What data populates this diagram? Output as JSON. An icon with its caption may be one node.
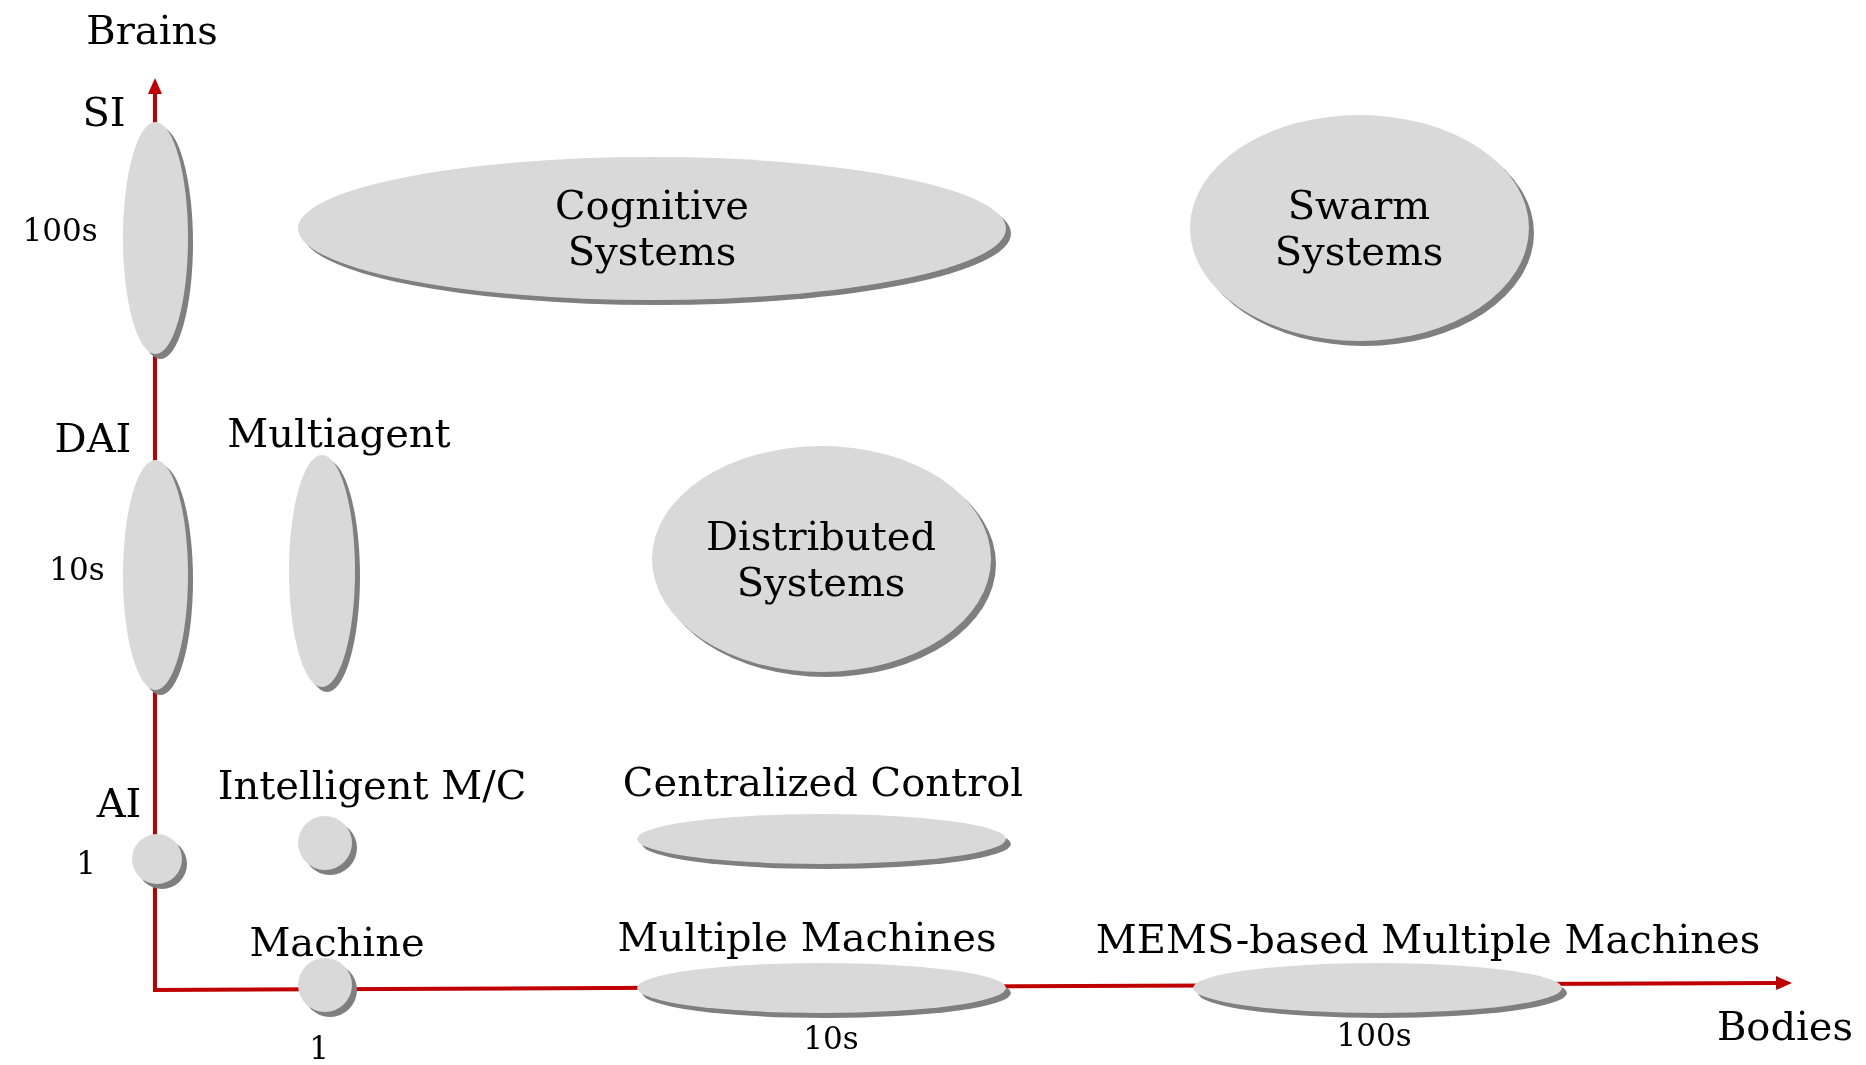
{
  "diagram": {
    "nodes": [
      {
        "text": [
          "SI"
        ],
        "beside": [
          "100s"
        ]
      },
      {
        "text": [
          "Cognitive Systems"
        ]
      },
      {
        "text": [
          "Swarm Systems"
        ]
      },
      {
        "text": [
          "DAI"
        ],
        "beside": [
          "10s"
        ]
      },
      {
        "text": [
          "Multiagent"
        ]
      },
      {
        "text": [
          "Distributed Systems"
        ]
      },
      {
        "text": [
          "AI"
        ],
        "beside": [
          "1"
        ]
      },
      {
        "text": [
          "Intelligent M/C"
        ]
      },
      {
        "text": [
          "Centralized Control"
        ]
      },
      {
        "text": [
          "Machine"
        ],
        "beside": [
          "1"
        ]
      },
      {
        "text": [
          "Multiple Machines"
        ],
        "beside": [
          "10s"
        ]
      },
      {
        "text": [
          "MEMS-based Multiple Machines"
        ],
        "beside": [
          "100s"
        ]
      }
    ],
    "edges": [],
    "labels": [
      "Brains",
      "Bodies"
    ]
  }
}
